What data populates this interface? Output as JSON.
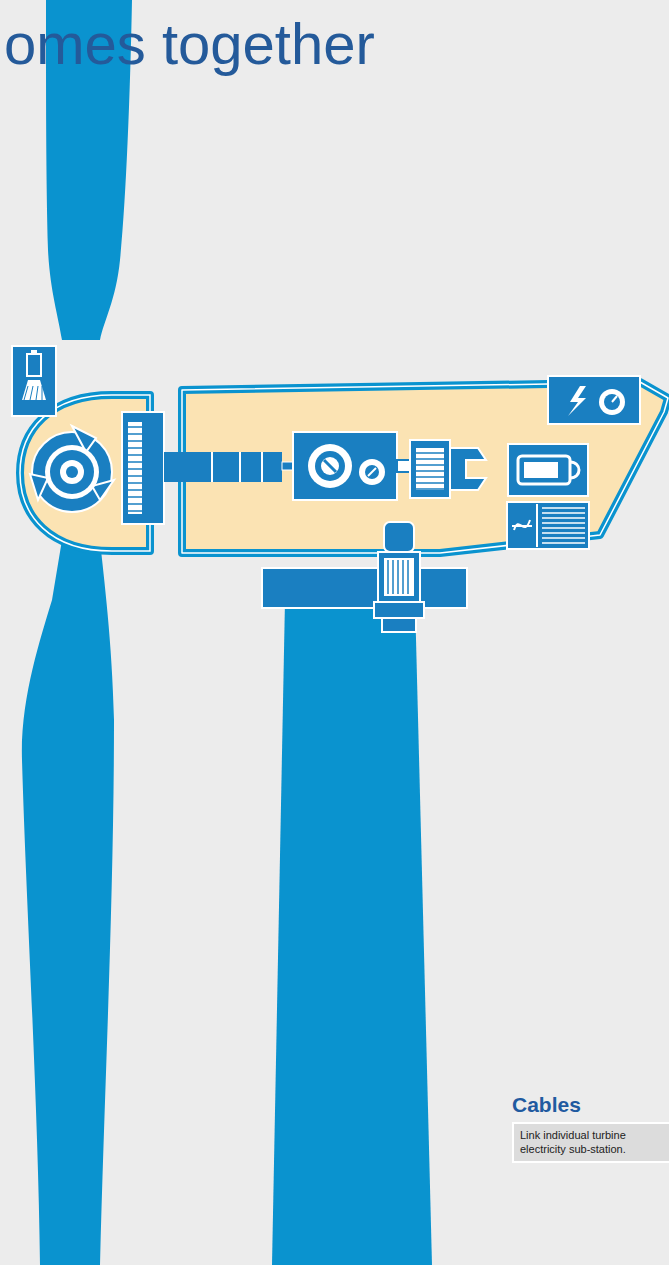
{
  "diagram": {
    "title": "omes together",
    "nodes": [
      {
        "text": [
          "Cables",
          "Link individual turbine electricity sub-station."
        ]
      }
    ]
  }
}
